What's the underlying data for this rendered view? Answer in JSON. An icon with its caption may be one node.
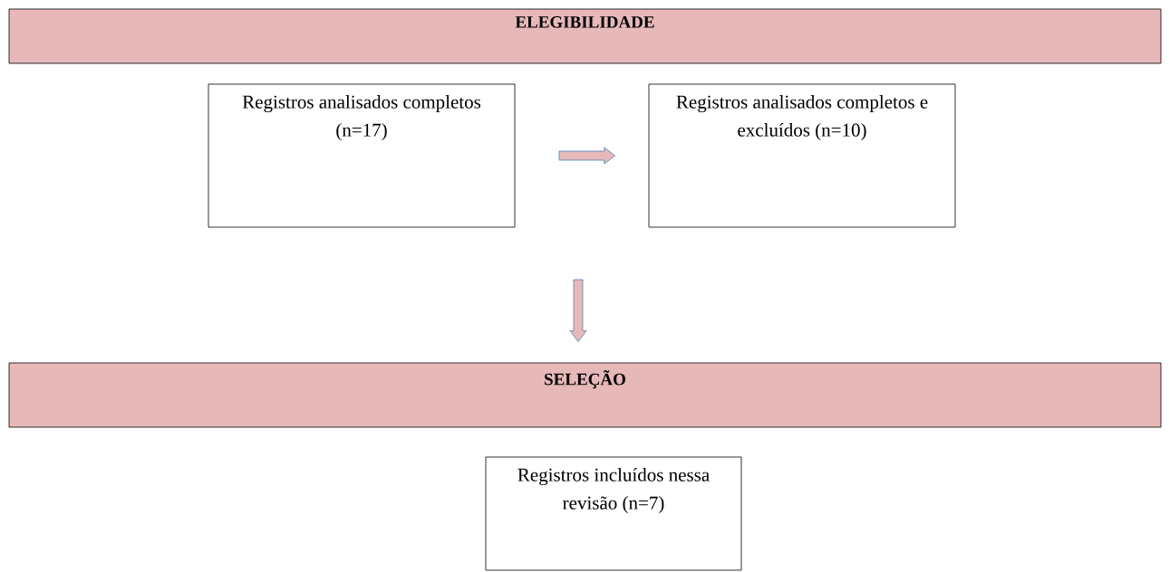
{
  "diagram": {
    "nodes": [
      {
        "text": [
          "ELEGIBILIDADE"
        ]
      },
      {
        "text": [
          "Registros analisados completos (n=17)"
        ]
      },
      {
        "text": [
          "Registros analisados completos e excluídos (n=10)"
        ]
      },
      {
        "text": [
          "SELEÇÃO"
        ]
      },
      {
        "text": [
          "Registros incluídos nessa revisão (n=7)"
        ]
      }
    ],
    "edges": [
      {
        "from": 1,
        "to": 2,
        "arrow": "to"
      },
      {
        "from": null,
        "to": 3,
        "arrow": "to"
      }
    ]
  }
}
